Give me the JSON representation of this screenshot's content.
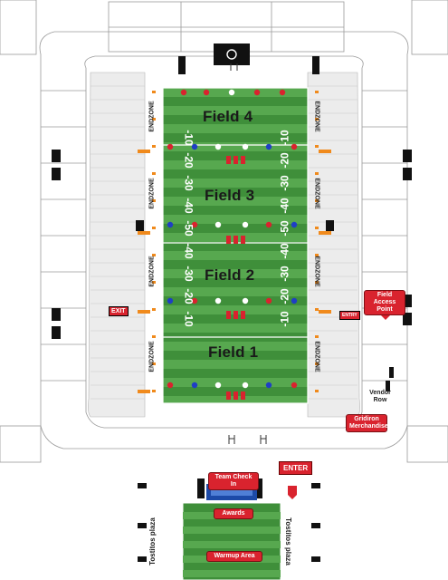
{
  "fields": [
    {
      "name": "Field 4"
    },
    {
      "name": "Field 3"
    },
    {
      "name": "Field 2"
    },
    {
      "name": "Field 1"
    }
  ],
  "endzone_label": "ENDZONE",
  "yard_numbers_left": [
    "-10",
    "-20",
    "-30",
    "-40",
    "-50",
    "-40",
    "-30",
    "-20",
    "-10"
  ],
  "yard_numbers_right": [
    "-10",
    "-20",
    "-30",
    "-40",
    "-50",
    "-40",
    "-30",
    "-20",
    "-10"
  ],
  "signs": {
    "field_access_point": "Field Access Point",
    "gridiron_merchandise": "Gridiron Merchandise",
    "vendor_row": "Vendor Row",
    "team_check_in": "Team Check In",
    "awards": "Awards",
    "warmup_area": "Warmup Area",
    "exit": "EXIT",
    "enter": "ENTER",
    "entry": "ENTRY"
  },
  "plaza_label": "Tostitos plaza",
  "colors": {
    "turf": "#3f8f3a",
    "turf_light": "#57a84f",
    "marker_red": "#d9232e",
    "marker_blue": "#1f3fc4",
    "cone_orange": "#f08a1c"
  }
}
